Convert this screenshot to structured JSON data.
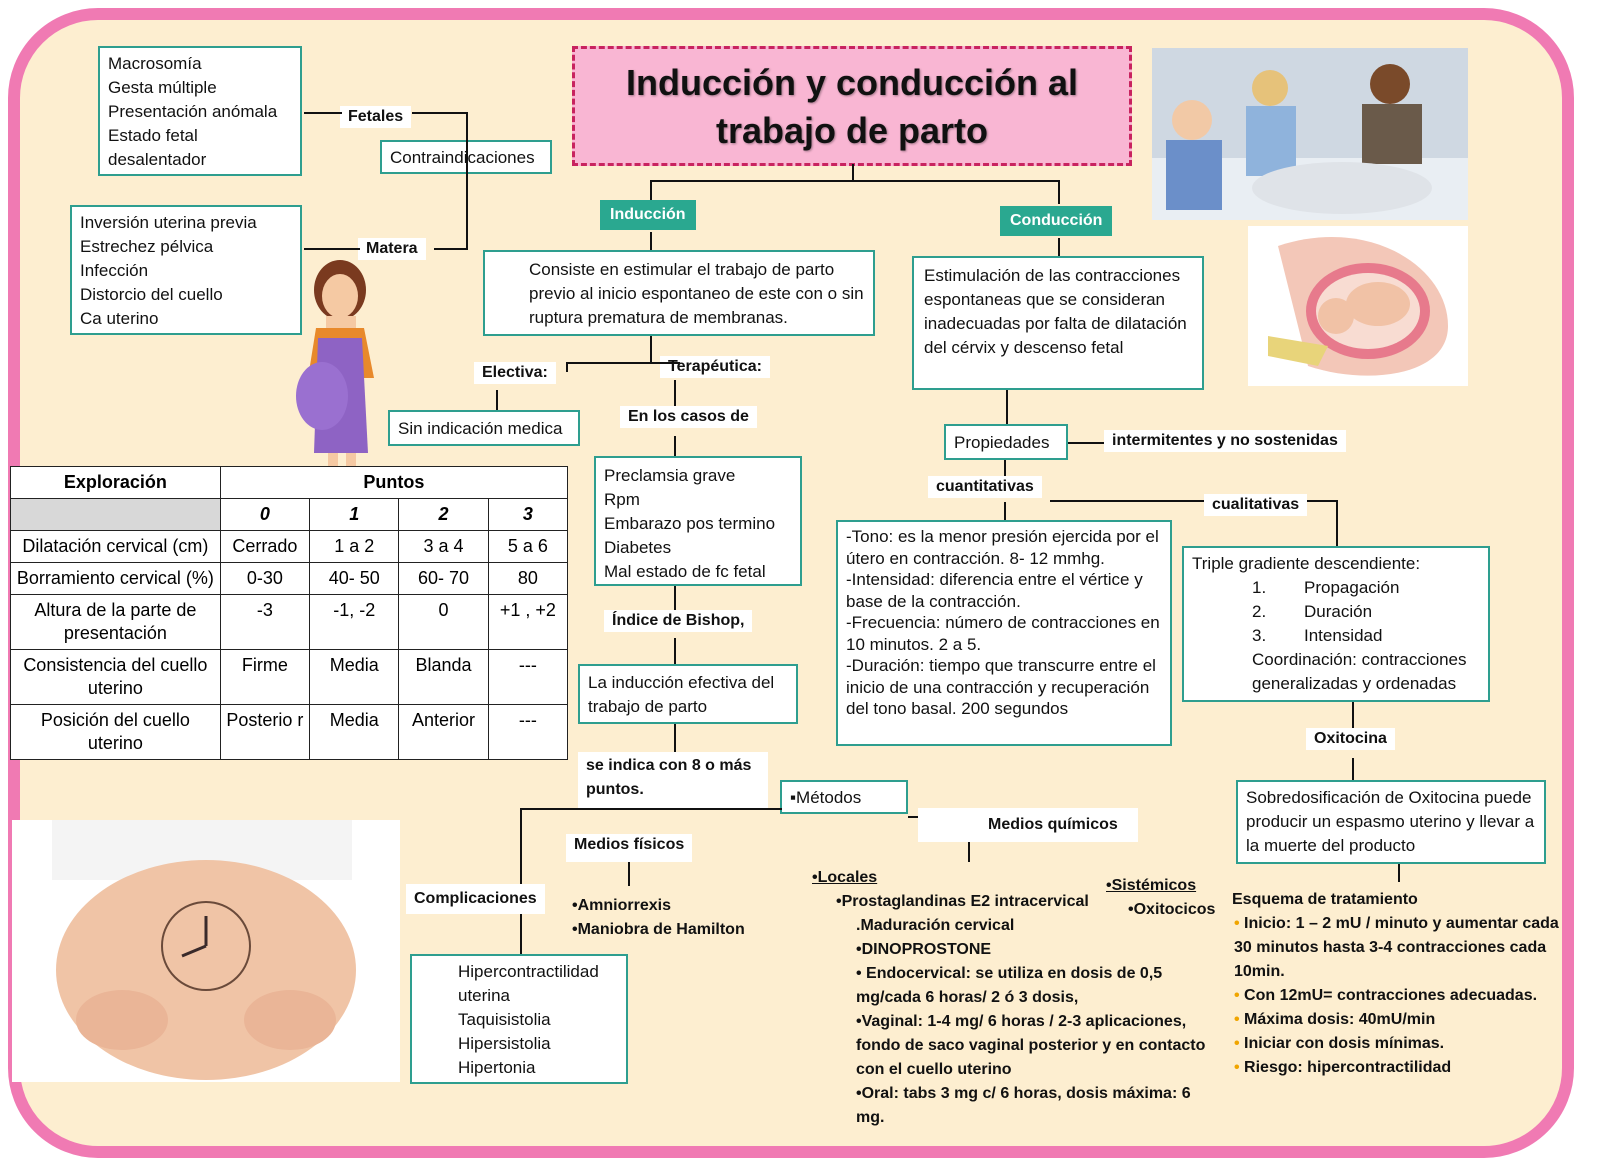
{
  "title": "Inducción y conducción al trabajo de parto",
  "colors": {
    "frame": "#f07ab3",
    "background": "#fdeed0",
    "accent_green": "#2aa890",
    "box_border": "#2e9e8f",
    "title_bg": "#f9b6d3"
  },
  "contraindicaciones": {
    "label": "Contraindicaciones",
    "fetales_label": "Fetales",
    "fetales": [
      "Macrosomía",
      "Gesta múltiple",
      "Presentación anómala",
      "Estado fetal",
      "desalentador"
    ],
    "materna_label": "Matera",
    "materna": [
      "Inversión  uterina previa",
      "Estrechez pélvica",
      "Infección",
      "Distorcio del cuello",
      "Ca uterino"
    ]
  },
  "induccion": {
    "label": "Inducción",
    "definition": "Consiste en estimular el trabajo de parto previo al inicio espontaneo de este con o sin ruptura prematura de membranas.",
    "electiva_label": "Electiva:",
    "electiva_value": "Sin indicación medica",
    "terapeutica_label": "Terapéutica:",
    "casos_label": "En los casos de",
    "casos": [
      "Preclamsia grave",
      "Rpm",
      "Embarazo pos termino",
      "Diabetes",
      "Mal estado de fc fetal"
    ],
    "bishop_label": "Índice de Bishop,",
    "efectiva": "La inducción efectiva del trabajo de parto",
    "indica": "se indica con 8 o más puntos."
  },
  "conduccion": {
    "label": "Conducción",
    "definition": "Estimulación de las contracciones espontaneas que se consideran inadecuadas por falta de dilatación del cérvix y descenso fetal",
    "propiedades_label": "Propiedades",
    "intermitentes": "intermitentes y no sostenidas",
    "cuantitativas_label": "cuantitativas",
    "cuantitativas": [
      "-Tono: es la menor presión ejercida por el útero en  contracción. 8- 12 mmhg.",
      "-Intensidad: diferencia entre el vértice y base de la contracción.",
      "-Frecuencia: número de contracciones en 10 minutos. 2 a 5.",
      "-Duración: tiempo que transcurre entre el inicio de una contracción y recuperación del tono basal. 200 segundos"
    ],
    "cualitativas_label": "cualitativas",
    "triple_label": "Triple gradiente descendiente:",
    "triple": [
      "Propagación",
      "Duración",
      "Intensidad"
    ],
    "triple_numbers": [
      "1.",
      "2.",
      "3."
    ],
    "coordinacion": "Coordinación: contracciones generalizadas y ordenadas",
    "oxitocina_label": "Oxitocina",
    "sobredosis": "Sobredosificación de Oxitocina puede producir un espasmo uterino y llevar a la muerte del producto",
    "esquema_label": "Esquema de tratamiento",
    "esquema": [
      "Inicio: 1 – 2 mU / minuto y aumentar cada 30 minutos hasta 3-4 contracciones cada 10min.",
      "Con 12mU= contracciones adecuadas.",
      "Máxima dosis: 40mU/min",
      "Iniciar con dosis mínimas.",
      "Riesgo: hipercontractilidad"
    ]
  },
  "bishop_table": {
    "header_exploracion": "Exploración",
    "header_puntos": "Puntos",
    "scores": [
      "0",
      "1",
      "2",
      "3"
    ],
    "rows": [
      {
        "name": "Dilatación cervical (cm)",
        "values": [
          "Cerrado",
          "1 a 2",
          "3 a 4",
          "5 a 6"
        ]
      },
      {
        "name": "Borramiento cervical (%)",
        "values": [
          "0-30",
          "40- 50",
          "60- 70",
          "80"
        ]
      },
      {
        "name": "Altura de la parte de presentación",
        "values": [
          "-3",
          "-1, -2",
          "0",
          "+1 , +2"
        ]
      },
      {
        "name": "Consistencia del cuello uterino",
        "values": [
          "Firme",
          "Media",
          "Blanda",
          "---"
        ]
      },
      {
        "name": "Posición del cuello uterino",
        "values": [
          "Posterio r",
          "Media",
          "Anterior",
          "---"
        ]
      }
    ]
  },
  "metodos": {
    "label": "▪Métodos",
    "fisicos_label": "Medios físicos",
    "fisicos": [
      "•Amniorrexis",
      "•Maniobra de Hamilton"
    ],
    "quimicos_label": "Medios químicos",
    "locales_label": "•Locales",
    "prostaglandinas": "•Prostaglandinas E2 intracervical",
    "locales_items": [
      ".Maduración cervical",
      "•DINOPROSTONE",
      "• Endocervical: se utiliza en dosis de 0,5 mg/cada 6 horas/ 2 ó 3 dosis,",
      "•Vaginal: 1-4 mg/ 6 horas / 2-3 aplicaciones, fondo de saco vaginal posterior y en contacto con el cuello uterino",
      "•Oral: tabs 3 mg c/ 6 horas, dosis máxima: 6 mg."
    ],
    "sistemicos_label": "•Sistémicos",
    "oxitocicos": "•Oxitocicos"
  },
  "complicaciones": {
    "label": "Complicaciones",
    "items": [
      "Hipercontractilidad uterina",
      "Taquisistolia",
      "Hipersistolia",
      "Hipertonia"
    ]
  }
}
